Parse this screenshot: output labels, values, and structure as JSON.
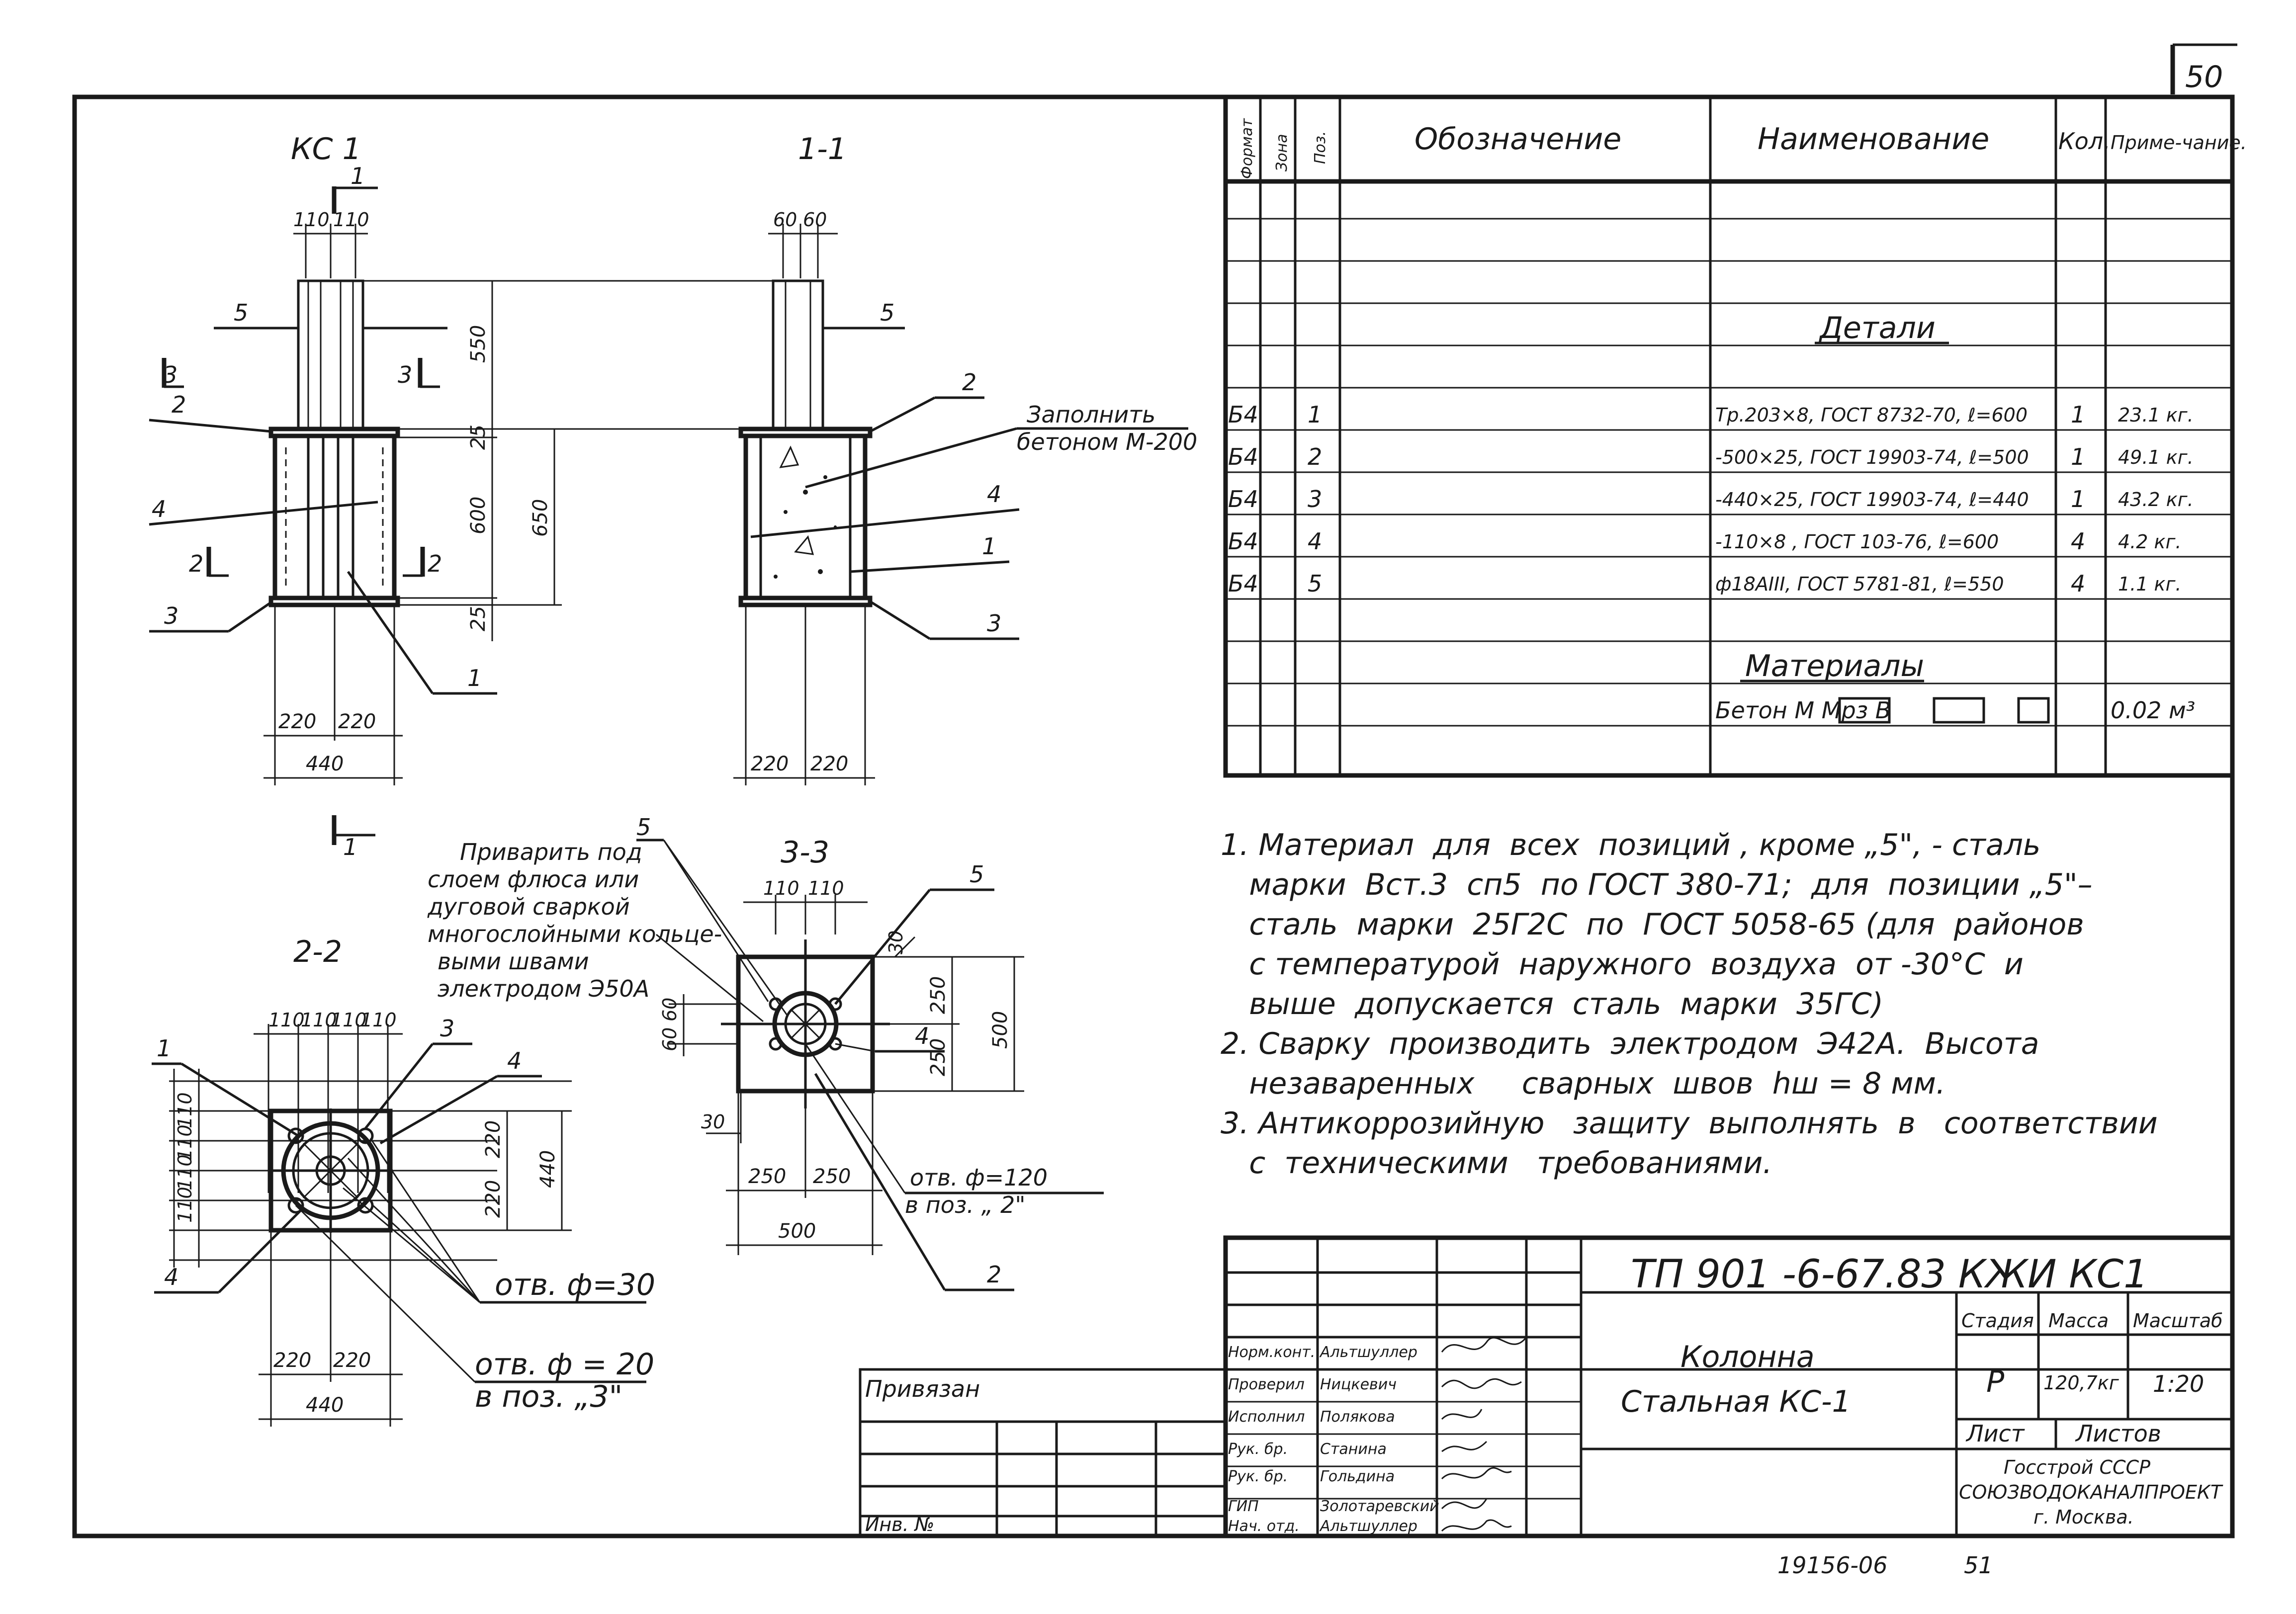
{
  "page_number": "50",
  "sheet_label": "51",
  "archive_number": "19156-06",
  "views": {
    "kc1_title": "КС 1",
    "section_11_title": "1-1",
    "section_22_title": "2-2",
    "section_33_title": "3-3",
    "cut_1": "1",
    "cut_2": "2",
    "cut_3": "3"
  },
  "kc1_dims": {
    "top_110a": "110",
    "top_110b": "110",
    "h_550": "550",
    "h_25a": "25",
    "h_600": "600",
    "h_25b": "25",
    "h_650": "650",
    "w_220a": "220",
    "w_220b": "220",
    "w_440": "440"
  },
  "s11_dims": {
    "top_60a": "60",
    "top_60b": "60",
    "w_220a": "220",
    "w_220b": "220"
  },
  "s11_note": [
    "Заполнить",
    "бетоном М-200"
  ],
  "s22_dims": {
    "top": [
      "110",
      "110",
      "110",
      "110"
    ],
    "side": [
      "110",
      "110",
      "110",
      "110"
    ],
    "v_220a": "220",
    "v_220b": "220",
    "v_440": "440",
    "w_220a": "220",
    "w_220b": "220",
    "w_440": "440"
  },
  "s22_notes": {
    "hole_30": "отв. ф=30",
    "hole_20": "отв. ф = 20",
    "hole_20_pos": "в поз. „3\""
  },
  "weld_note": [
    "Приварить под",
    "слоем флюса или",
    "дуговой сваркой",
    "многослойными кольце-",
    "выми швами",
    "электродом Э50А"
  ],
  "s33_dims": {
    "top_110a": "110",
    "top_110b": "110",
    "d_30a": "30",
    "d_30b": "30",
    "v_250a": "250",
    "v_250b": "250",
    "v_500": "500",
    "l_60a": "60",
    "l_60b": "60",
    "w_250a": "250",
    "w_250b": "250",
    "w_500": "500",
    "hole_120": "отв. ф=120",
    "hole_120_pos": "в поз. „ 2\""
  },
  "positions": {
    "p1": "1",
    "p2": "2",
    "p3": "3",
    "p4": "4",
    "p5": "5"
  },
  "spec_table": {
    "headers": {
      "format": "Формат",
      "zone": "Зона",
      "pos": "Поз.",
      "designation": "Обозначение",
      "name": "Наименование",
      "qty": "Кол.",
      "note": "Приме-чание."
    },
    "section_details": "Детали",
    "section_materials": "Материалы",
    "rows": [
      {
        "format": "Б4",
        "pos": "1",
        "name": "Тр.203×8, ГОСТ 8732-70, ℓ=600",
        "qty": "1",
        "note": "23.1 кг."
      },
      {
        "format": "Б4",
        "pos": "2",
        "name": "-500×25, ГОСТ 19903-74, ℓ=500",
        "qty": "1",
        "note": "49.1 кг."
      },
      {
        "format": "Б4",
        "pos": "3",
        "name": "-440×25, ГОСТ 19903-74, ℓ=440",
        "qty": "1",
        "note": "43.2 кг."
      },
      {
        "format": "Б4",
        "pos": "4",
        "name": "-110×8 , ГОСТ 103-76, ℓ=600",
        "qty": "4",
        "note": "4.2 кг."
      },
      {
        "format": "Б4",
        "pos": "5",
        "name": "ф18АIII, ГОСТ 5781-81, ℓ=550",
        "qty": "4",
        "note": "1.1 кг."
      }
    ],
    "material_name": "Бетон М    Мрз    В",
    "material_note": "0.02 м³"
  },
  "notes": [
    "1. Материал  для  всех  позиций , кроме „5\", - сталь",
    "   марки  Вст.3  сп5  по ГОСТ 380-71;  для  позиции „5\"–",
    "   сталь  марки  25Г2С  по  ГОСТ 5058-65 (для  районов",
    "   с температурой  наружного  воздуха  от -30°С  и",
    "   выше  допускается  сталь  марки  35ГС)",
    "2. Сварку  производить  электродом  Э42А.  Высота",
    "   незаваренных     сварных  швов  hш = 8 мм.",
    "3. Антикоррозийную   защиту  выполнять  в   соответствии",
    "   с  техническими   требованиями."
  ],
  "title_block": {
    "doc_code": "ТП 901 -6-67.83 КЖИ КС1",
    "title_line1": "Колонна",
    "title_line2": "Стальная  КС-1",
    "stage_label": "Стадия",
    "mass_label": "Масса",
    "scale_label": "Масштаб",
    "stage": "Р",
    "mass": "120,7кг",
    "scale": "1:20",
    "sheet_label": "Лист",
    "sheets_label": "Листов",
    "org_line1": "Госстрой СССР",
    "org_line2": "СОЮЗВОДОКАНАЛПРОЕКТ",
    "org_line3": "г. Москва.",
    "tied": "Привязан",
    "inv": "Инв. №",
    "signatures": [
      {
        "role": "Норм.конт.",
        "name": "Альтшуллер"
      },
      {
        "role": "Проверил",
        "name": "Ницкевич"
      },
      {
        "role": "Исполнил",
        "name": "Полякова"
      },
      {
        "role": "Рук. бр.",
        "name": "Станина"
      },
      {
        "role": "Рук. бр.",
        "name": "Гольдина"
      },
      {
        "role": "ГИП",
        "name": "Золотаревский"
      },
      {
        "role": "Нач. отд.",
        "name": "Альтшуллер"
      }
    ]
  }
}
